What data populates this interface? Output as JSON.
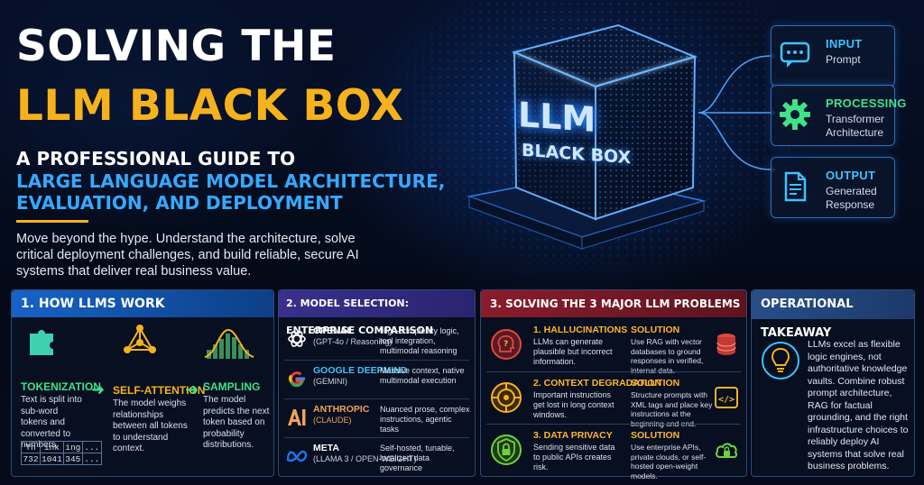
{
  "hero": {
    "title_line1": "SOLVING THE",
    "title_line2": "LLM BLACK BOX",
    "subtitle_line1": "A PROFESSIONAL GUIDE TO",
    "subtitle_line2": "LARGE LANGUAGE MODEL ARCHITECTURE,",
    "subtitle_line3": "EVALUATION, AND DEPLOYMENT",
    "intro": "Move beyond the hype. Understand the architecture, solve critical deployment challenges, and build reliable, secure AI systems that deliver real business value."
  },
  "cube": {
    "label_line1": "LLM",
    "label_line2": "BLACK BOX"
  },
  "pipeline": [
    {
      "title": "INPUT",
      "desc": "Prompt",
      "icon": "chat-bubble-icon"
    },
    {
      "title": "PROCESSING",
      "desc": "Transformer Architecture",
      "icon": "gear-icon"
    },
    {
      "title": "OUTPUT",
      "desc": "Generated Response",
      "icon": "document-icon"
    }
  ],
  "how": {
    "title": "1. HOW LLMS WORK",
    "steps": [
      {
        "title": "TOKENIZATION",
        "text": "Text is split into sub-word tokens and converted to numbers.",
        "icon": "puzzle-icon"
      },
      {
        "title": "SELF-ATTENTION",
        "text": "The model weighs relationships between all tokens to understand context.",
        "icon": "network-icon"
      },
      {
        "title": "SAMPLING",
        "text": "The model predicts the next token based on probability distributions.",
        "icon": "distribution-chart-icon"
      }
    ],
    "token_table": [
      [
        "Th",
        "ink",
        "ing",
        "..."
      ],
      [
        "732",
        "1041",
        "345",
        "..."
      ]
    ]
  },
  "models": {
    "title": "2. MODEL SELECTION: ENTERPRISE COMPARISON",
    "items": [
      {
        "name": "OPENAI",
        "sub": "(GPT-4o / Reasoning)",
        "desc": "High-complexity logic, tool integration, multimodal reasoning",
        "icon": "openai-logo-icon"
      },
      {
        "name": "GOOGLE DEEPMIND",
        "sub": "(GEMINI)",
        "desc": "Massive context, native multimodal execution",
        "icon": "google-logo-icon"
      },
      {
        "name": "ANTHROPIC",
        "sub": "(CLAUDE)",
        "desc": "Nuanced prose, complex instructions, agentic tasks",
        "icon": "anthropic-logo-icon"
      },
      {
        "name": "META",
        "sub": "(LLAMA 3 / OPEN-WEIGHT)",
        "desc": "Self-hosted, tunable, localized data governance",
        "icon": "meta-logo-icon"
      }
    ]
  },
  "problems": {
    "title": "3. SOLVING THE 3 MAJOR LLM PROBLEMS",
    "items": [
      {
        "title": "1. HALLUCINATIONS",
        "desc": "LLMs can generate plausible but incorrect information.",
        "solution_title": "SOLUTION",
        "solution": "Use RAG with vector databases to ground responses in verified, internal data.",
        "icon": "brain-question-icon",
        "solution_icon": "database-icon"
      },
      {
        "title": "2. CONTEXT DEGRADATION",
        "desc": "Important instructions get lost in long context windows.",
        "solution_title": "SOLUTION",
        "solution": "Structure prompts with XML tags and place key instructions at the beginning and end.",
        "icon": "target-icon",
        "solution_icon": "code-tag-icon"
      },
      {
        "title": "3. DATA PRIVACY",
        "desc": "Sending sensitive data to public APIs creates risk.",
        "solution_title": "SOLUTION",
        "solution": "Use enterprise APIs, private clouds, or self-hosted open-weight models.",
        "icon": "lock-shield-icon",
        "solution_icon": "cloud-lock-icon"
      }
    ]
  },
  "takeaway": {
    "title": "OPERATIONAL TAKEAWAY",
    "text": "LLMs excel as flexible logic engines, not authoritative knowledge vaults. Combine robust prompt architecture, RAG for factual grounding, and the right infrastructure choices to reliably deploy AI systems that solve real business problems.",
    "icon": "lightbulb-icon"
  },
  "colors": {
    "accent_gold": "#f6b21c",
    "accent_blue": "#36a9ff",
    "accent_green": "#3fe28a",
    "bg": "#040a18"
  }
}
